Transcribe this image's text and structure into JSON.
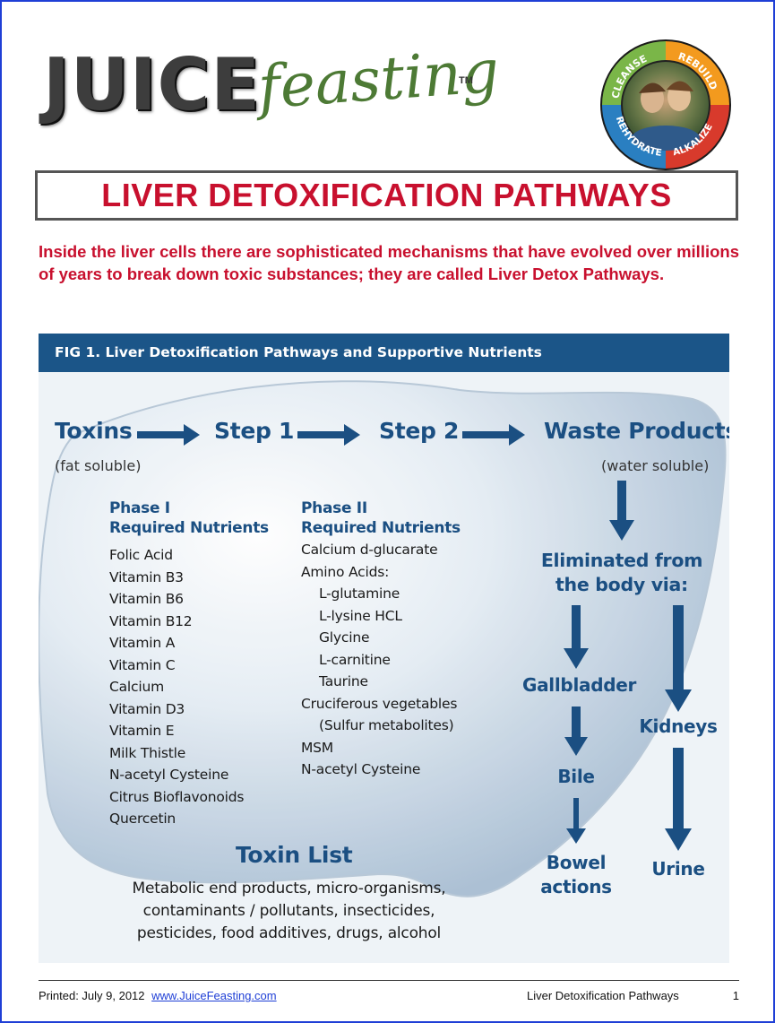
{
  "logo": {
    "part1": "JUICE",
    "part2": "feasting",
    "tm": "TM"
  },
  "badge": {
    "labels": [
      "CLEANSE",
      "REBUILD",
      "REHYDRATE",
      "ALKALIZE"
    ]
  },
  "title": "LIVER DETOXIFICATION PATHWAYS",
  "intro": "Inside the liver cells there are sophisticated mechanisms that have evolved over millions of years to break down toxic substances; they are called Liver Detox Pathways.",
  "figure": {
    "header": "FIG 1. Liver Detoxification Pathways and Supportive Nutrients",
    "flow": {
      "toxins": "Toxins",
      "toxins_sub": "(fat soluble)",
      "step1": "Step 1",
      "step2": "Step 2",
      "waste": "Waste Products",
      "waste_sub": "(water soluble)"
    },
    "phase1": {
      "heading_line1": "Phase I",
      "heading_line2": "Required Nutrients",
      "items": [
        "Folic Acid",
        "Vitamin B3",
        "Vitamin B6",
        "Vitamin B12",
        "Vitamin A",
        "Vitamin C",
        "Calcium",
        "Vitamin D3",
        "Vitamin E",
        "Milk Thistle",
        "N-acetyl Cysteine",
        "Citrus Bioflavonoids",
        "Quercetin"
      ]
    },
    "phase2": {
      "heading_line1": "Phase II",
      "heading_line2": "Required Nutrients",
      "items": [
        "Calcium d-glucarate",
        "Amino Acids:",
        "L-glutamine",
        "L-lysine HCL",
        "Glycine",
        "L-carnitine",
        "Taurine",
        "Cruciferous vegetables",
        "(Sulfur metabolites)",
        "MSM",
        "N-acetyl Cysteine"
      ]
    },
    "elimination": {
      "heading_line1": "Eliminated from",
      "heading_line2": "the body via:",
      "gallbladder": "Gallbladder",
      "bile": "Bile",
      "bowel_line1": "Bowel",
      "bowel_line2": "actions",
      "kidneys": "Kidneys",
      "urine": "Urine"
    },
    "toxin_list": {
      "heading": "Toxin List",
      "text": "Metabolic end products, micro-organisms, contaminants / pollutants, insecticides, pesticides, food additives, drugs, alcohol"
    }
  },
  "footer": {
    "printed": "Printed: July 9, 2012",
    "url": "www.JuiceFeasting.com",
    "doc_title": "Liver Detoxification Pathways",
    "page": "1"
  },
  "colors": {
    "title_red": "#c8102e",
    "figure_blue": "#1b4f82",
    "header_blue": "#1b5588"
  }
}
